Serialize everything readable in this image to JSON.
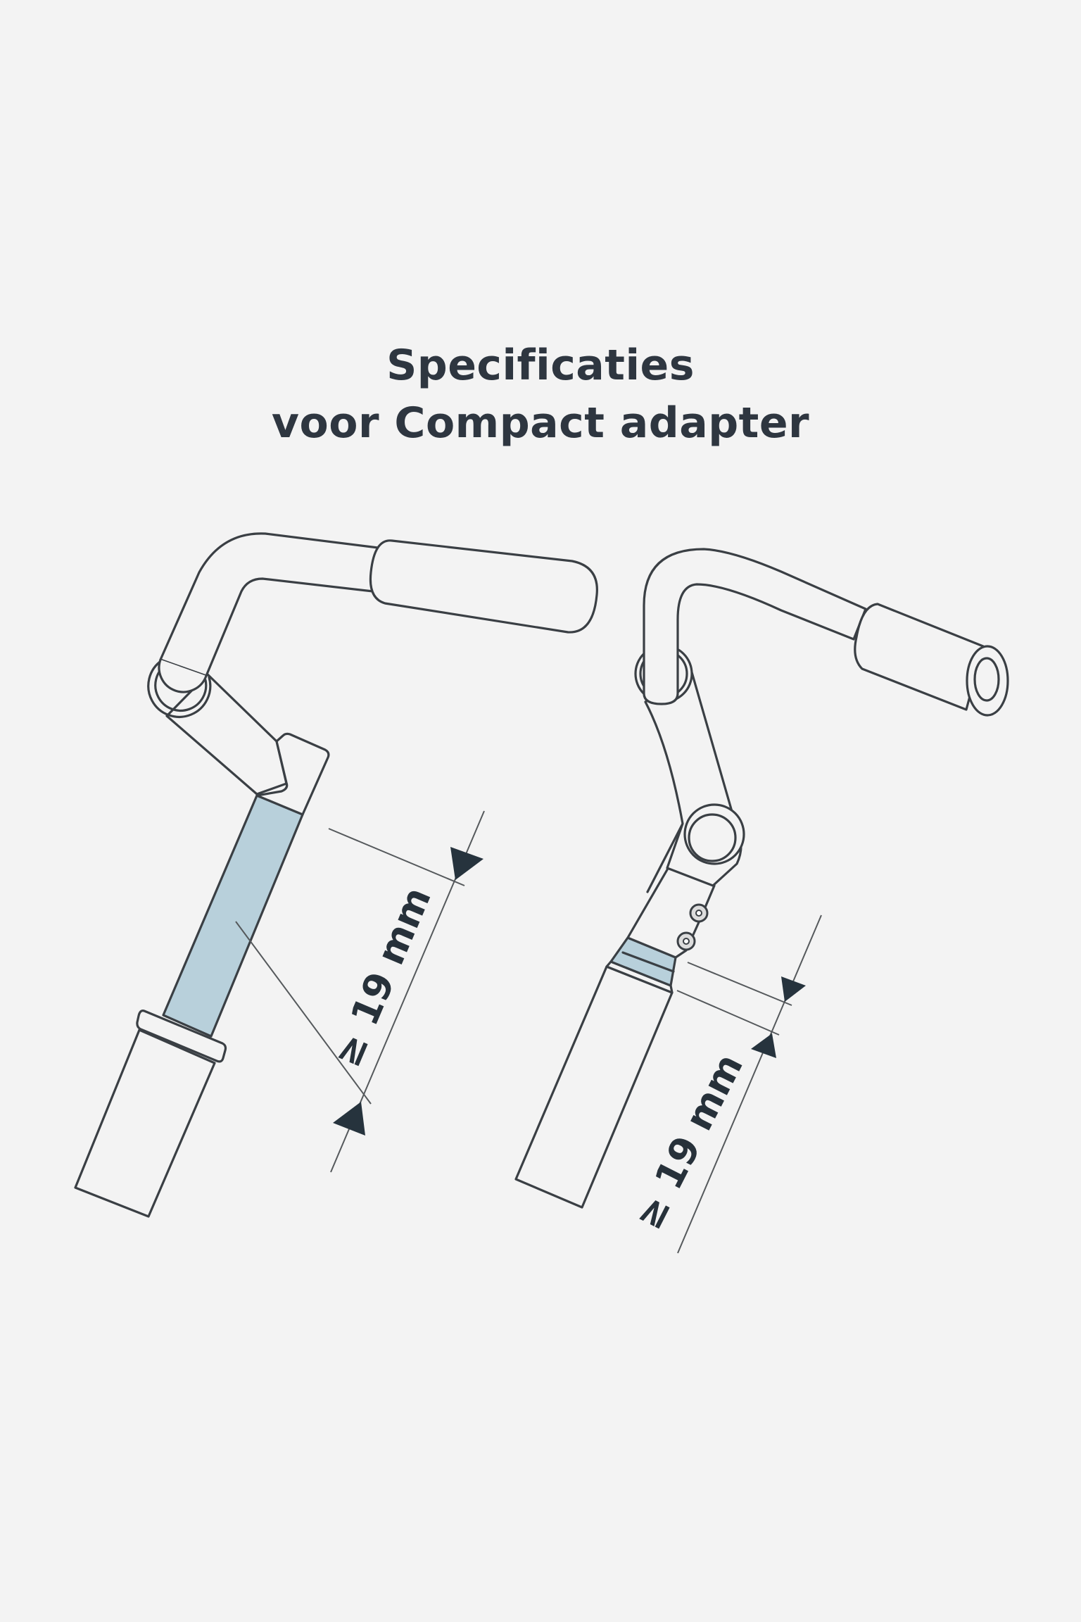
{
  "title": {
    "line1": "Specificaties",
    "line2": "voor Compact adapter"
  },
  "diagrams": [
    {
      "name": "left-adapter",
      "dimension_label": "≥ 19 mm",
      "highlight": "insertion depth along stem (blue)"
    },
    {
      "name": "right-adapter",
      "dimension_label": "≥ 19 mm",
      "highlight": "clamp band (blue)"
    }
  ],
  "colors": {
    "background": "#f3f3f3",
    "line": "#3a3f44",
    "highlight": "#b8d0db",
    "text": "#2e3640",
    "arrow": "#26333d"
  }
}
